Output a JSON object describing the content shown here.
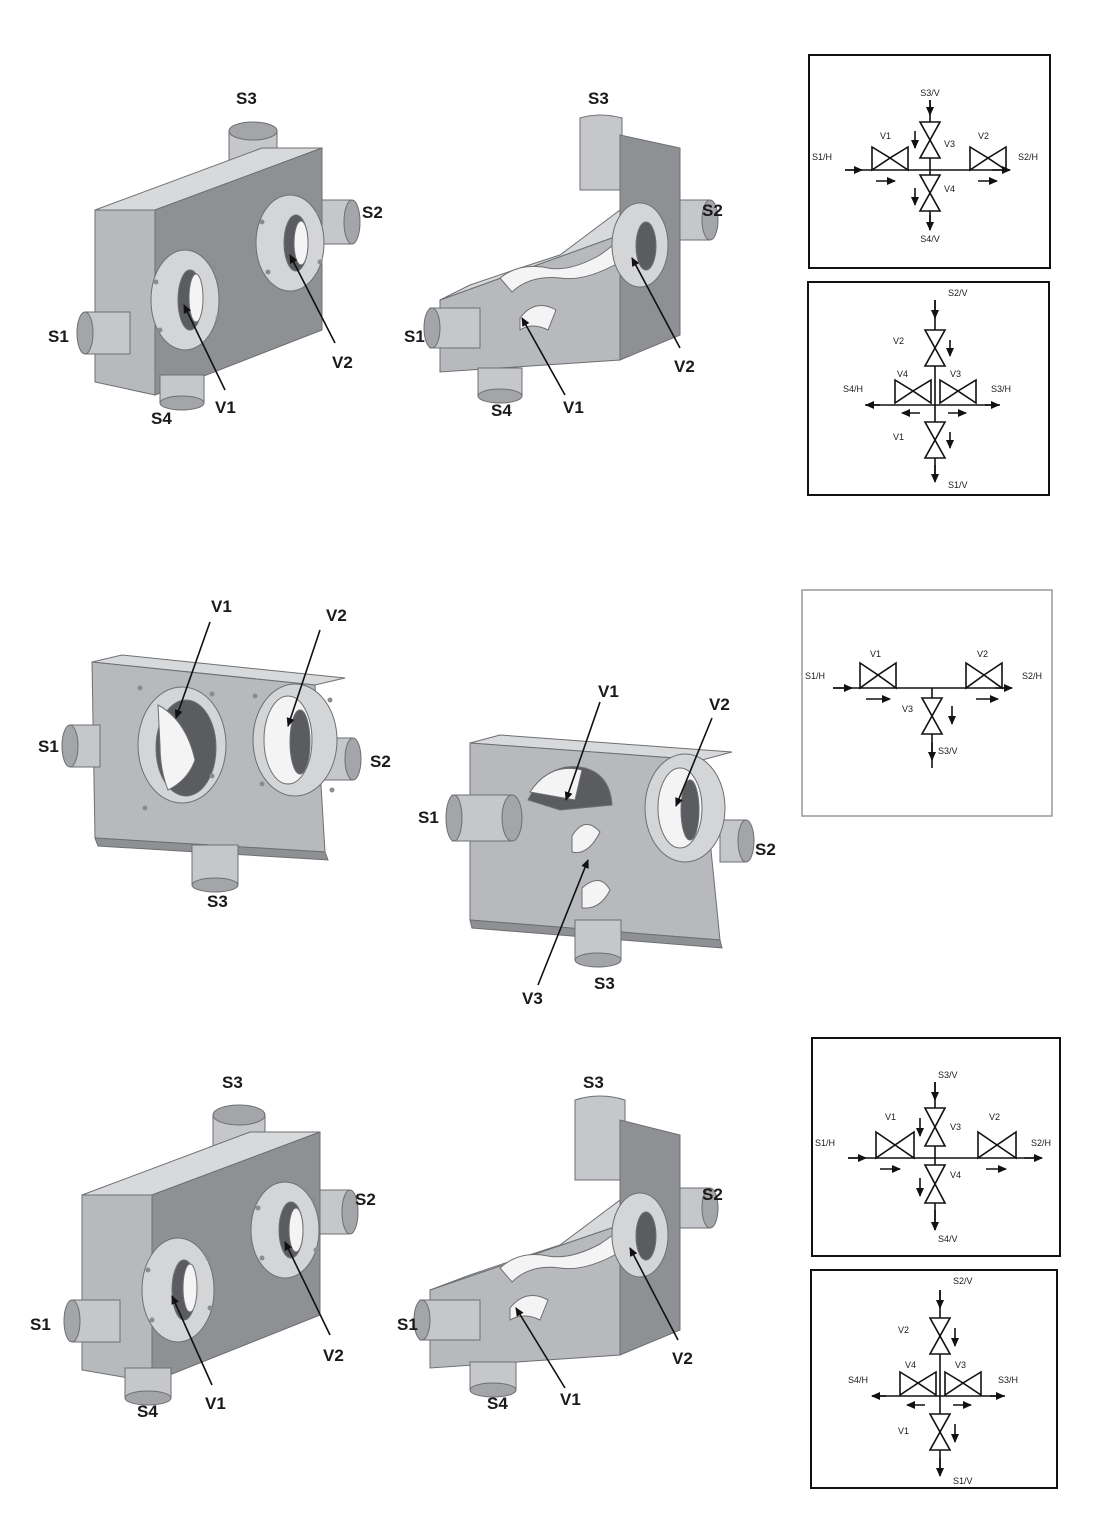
{
  "row1": {
    "left": {
      "s1": "S1",
      "s2": "S2",
      "s3": "S3",
      "s4": "S4",
      "v1": "V1",
      "v2": "V2"
    },
    "right": {
      "s1": "S1",
      "s2": "S2",
      "s3": "S3",
      "s4": "S4",
      "v1": "V1",
      "v2": "V2"
    },
    "schematic_a": {
      "top": "S3/V",
      "left": "S1/H",
      "right": "S2/H",
      "bottom": "S4/V",
      "v1": "V1",
      "v2": "V2",
      "v3": "V3",
      "v4": "V4"
    },
    "schematic_b": {
      "top": "S2/V",
      "left": "S4/H",
      "right": "S3/H",
      "bottom": "S1/V",
      "v1": "V1",
      "v2": "V2",
      "v3": "V3",
      "v4": "V4"
    }
  },
  "row2": {
    "left": {
      "s1": "S1",
      "s2": "S2",
      "s3": "S3",
      "v1": "V1",
      "v2": "V2"
    },
    "right": {
      "s1": "S1",
      "s2": "S2",
      "s3": "S3",
      "v1": "V1",
      "v2": "V2",
      "v3": "V3"
    },
    "schematic": {
      "left": "S1/H",
      "right": "S2/H",
      "bottom": "S3/V",
      "v1": "V1",
      "v2": "V2",
      "v3": "V3"
    }
  },
  "row3": {
    "left": {
      "s1": "S1",
      "s2": "S2",
      "s3": "S3",
      "s4": "S4",
      "v1": "V1",
      "v2": "V2"
    },
    "right": {
      "s1": "S1",
      "s2": "S2",
      "s3": "S3",
      "s4": "S4",
      "v1": "V1",
      "v2": "V2"
    },
    "schematic_a": {
      "top": "S3/V",
      "left": "S1/H",
      "right": "S2/H",
      "bottom": "S4/V",
      "v1": "V1",
      "v2": "V2",
      "v3": "V3",
      "v4": "V4"
    },
    "schematic_b": {
      "top": "S2/V",
      "left": "S4/H",
      "right": "S3/H",
      "bottom": "S1/V",
      "v1": "V1",
      "v2": "V2",
      "v3": "V3",
      "v4": "V4"
    }
  }
}
